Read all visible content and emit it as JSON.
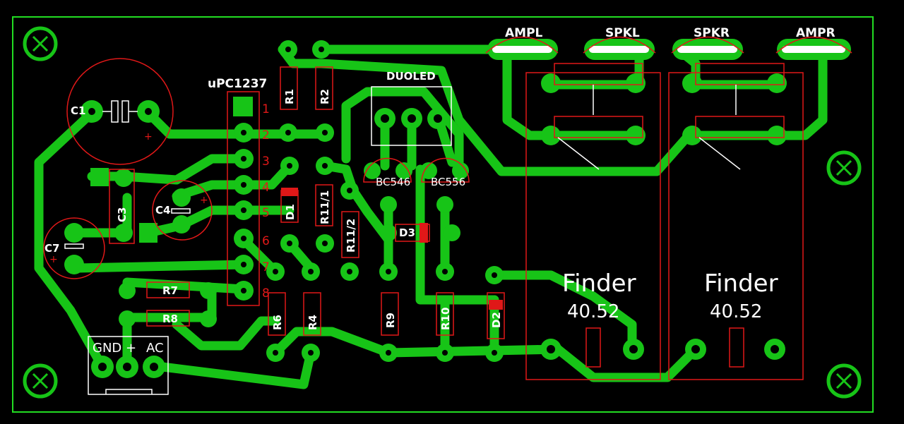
{
  "board": {
    "ic_label": "uPC1237",
    "pin_numbers": [
      "1",
      "2",
      "3",
      "4",
      "5",
      "6",
      "7",
      "8"
    ],
    "connectors": {
      "ampl": "AMPL",
      "spkl": "SPKL",
      "spkr": "SPKR",
      "ampr": "AMPR",
      "duoled": "DUOLED",
      "power": {
        "gnd": "GND",
        "plus": "+",
        "ac": "AC"
      }
    },
    "components": {
      "c1": "C1",
      "c3": "C3",
      "c4": "C4",
      "c7": "C7",
      "r1": "R1",
      "r2": "R2",
      "r4": "R4",
      "r6": "R6",
      "r7": "R7",
      "r8": "R8",
      "r9": "R9",
      "r10": "R10",
      "r11_1": "R11/1",
      "r11_2": "R11/2",
      "d1": "D1",
      "d2": "D2",
      "d3": "D3",
      "bc546": "BC546",
      "bc556": "BC556",
      "relay_left": {
        "brand": "Finder",
        "model": "40.52"
      },
      "relay_right": {
        "brand": "Finder",
        "model": "40.52"
      }
    },
    "colors": {
      "copper": "#17c417",
      "silkscreen": "#ffffff",
      "outline": "#e01818",
      "edge": "#22dd22",
      "background": "#000000"
    }
  }
}
